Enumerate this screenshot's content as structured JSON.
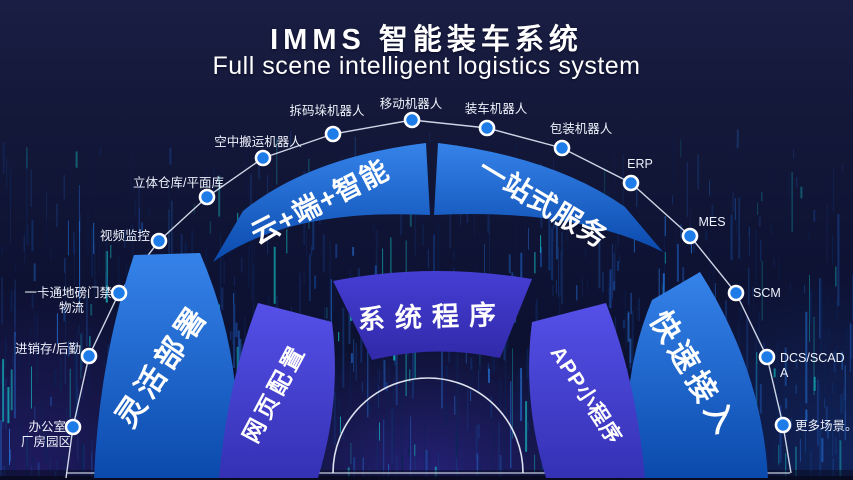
{
  "slide": {
    "title": "IMMS 智能装车系统",
    "subtitle": "Full scene intelligent logistics system"
  },
  "ring": {
    "wedges": [
      {
        "id": "linghuo",
        "label": "灵活部署",
        "ring": "outer"
      },
      {
        "id": "yunduan",
        "label": "云+端+智能",
        "ring": "outer"
      },
      {
        "id": "yizhan",
        "label": "一站式服务",
        "ring": "outer"
      },
      {
        "id": "kuaisu",
        "label": "快速接入",
        "ring": "outer"
      },
      {
        "id": "wangye",
        "label": "网页配置",
        "ring": "inner"
      },
      {
        "id": "xitong",
        "label": "系统程序",
        "ring": "inner"
      },
      {
        "id": "app",
        "label": "APP小程序",
        "ring": "inner"
      }
    ]
  },
  "arc_nodes": [
    {
      "id": "bangongshi",
      "lines": [
        "办公室",
        "厂房园区"
      ]
    },
    {
      "id": "jinxiaocun",
      "lines": [
        "进销存/后勤"
      ]
    },
    {
      "id": "yikatong",
      "lines": [
        "一卡通地磅门禁",
        "物流"
      ]
    },
    {
      "id": "shipin",
      "lines": [
        "视频监控"
      ]
    },
    {
      "id": "liti",
      "lines": [
        "立体仓库/平面库"
      ]
    },
    {
      "id": "kongzhong",
      "lines": [
        "空中搬运机器人"
      ]
    },
    {
      "id": "chaima",
      "lines": [
        "拆码垛机器人"
      ]
    },
    {
      "id": "yidong",
      "lines": [
        "移动机器人"
      ]
    },
    {
      "id": "zhuangche",
      "lines": [
        "装车机器人"
      ]
    },
    {
      "id": "baozhuang",
      "lines": [
        "包装机器人"
      ]
    },
    {
      "id": "erp",
      "lines": [
        "ERP"
      ]
    },
    {
      "id": "mes",
      "lines": [
        "MES"
      ]
    },
    {
      "id": "scm",
      "lines": [
        "SCM"
      ]
    },
    {
      "id": "dcs",
      "lines": [
        "DCS/SCAD",
        "A"
      ]
    },
    {
      "id": "more",
      "lines": [
        "更多场景。"
      ]
    }
  ],
  "colors": {
    "background": "#0e1233",
    "outer_wedge_top": "#3583ea",
    "outer_wedge_bottom": "#0b4aad",
    "inner_wedge_top": "#5550e8",
    "inner_wedge_bottom": "#3531b4",
    "center_wedge_top": "#453ed4",
    "center_wedge_bottom": "#3129a8",
    "node_dot": "#1e7ce8",
    "arc_line": "#dde6f4",
    "streak_teal": "#15d0d0",
    "streak_blue": "#2577e0"
  }
}
